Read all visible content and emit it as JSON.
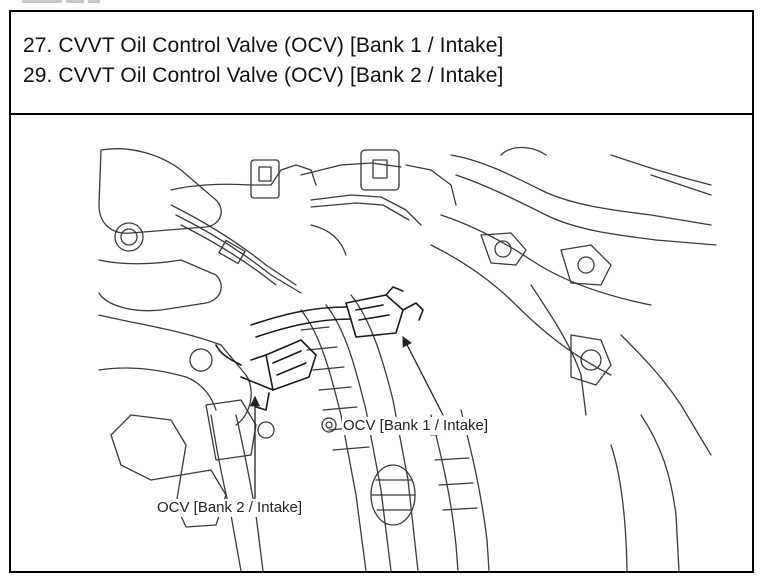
{
  "header": {
    "line1": "27. CVVT Oil Control Valve (OCV) [Bank 1 / Intake]",
    "line2": "29. CVVT Oil Control Valve (OCV) [Bank 2 / Intake]"
  },
  "diagram": {
    "callout_bank1": "OCV [Bank 1 / Intake]",
    "callout_bank2": "OCV [Bank 2 / Intake]",
    "line_color": "#3a3a3a",
    "background": "#ffffff"
  }
}
